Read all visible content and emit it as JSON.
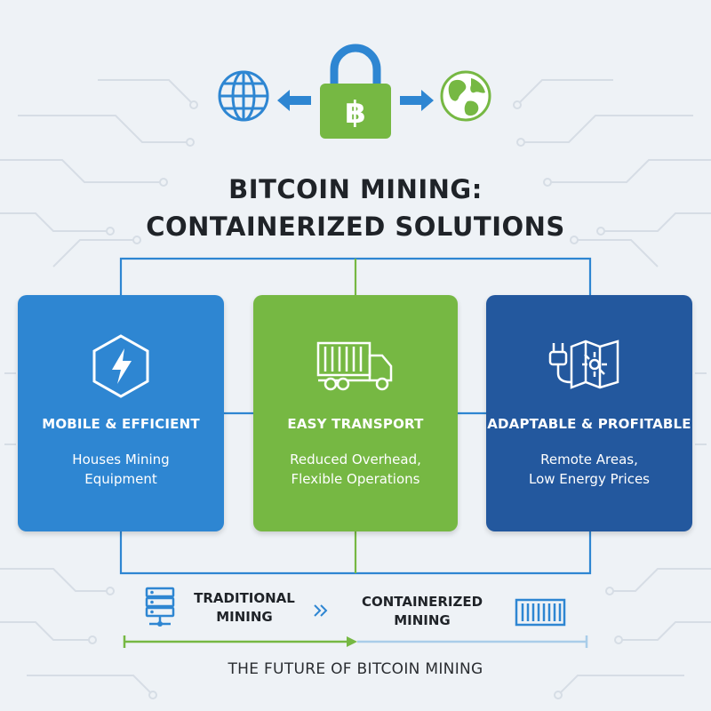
{
  "header_icons": {
    "left": "globe-outline-icon",
    "center": "bitcoin-padlock-icon",
    "right": "earth-globe-icon",
    "bitcoin_symbol": "฿"
  },
  "title": {
    "line1": "BITCOIN MINING:",
    "line2": "CONTAINERIZED SOLUTIONS"
  },
  "cards": [
    {
      "icon": "lightning-hexagon-icon",
      "title": "MOBILE & EFFICIENT",
      "desc_line1": "Houses Mining",
      "desc_line2": "Equipment",
      "color": "#2e86d2"
    },
    {
      "icon": "container-truck-icon",
      "title": "EASY TRANSPORT",
      "desc_line1": "Reduced Overhead,",
      "desc_line2": "Flexible Operations",
      "color": "#76b843"
    },
    {
      "icon": "plug-and-map-icon",
      "title": "ADAPTABLE & PROFITABLE",
      "desc_line1": "Remote Areas,",
      "desc_line2": "Low Energy Prices",
      "color": "#23589e"
    }
  ],
  "timeline": {
    "traditional_line1": "TRADITIONAL",
    "traditional_line2": "MINING",
    "containerized_line1": "CONTAINERIZED",
    "containerized_line2": "MINING",
    "traditional_icon": "server-rack-icon",
    "containerized_icon": "shipping-container-icon",
    "arrow_icon": "double-chevron-right-icon"
  },
  "footer": "THE FUTURE OF BITCOIN MINING",
  "colors": {
    "blue": "#2e86d2",
    "green": "#76b843",
    "navy": "#23589e",
    "background": "#eef2f6"
  }
}
